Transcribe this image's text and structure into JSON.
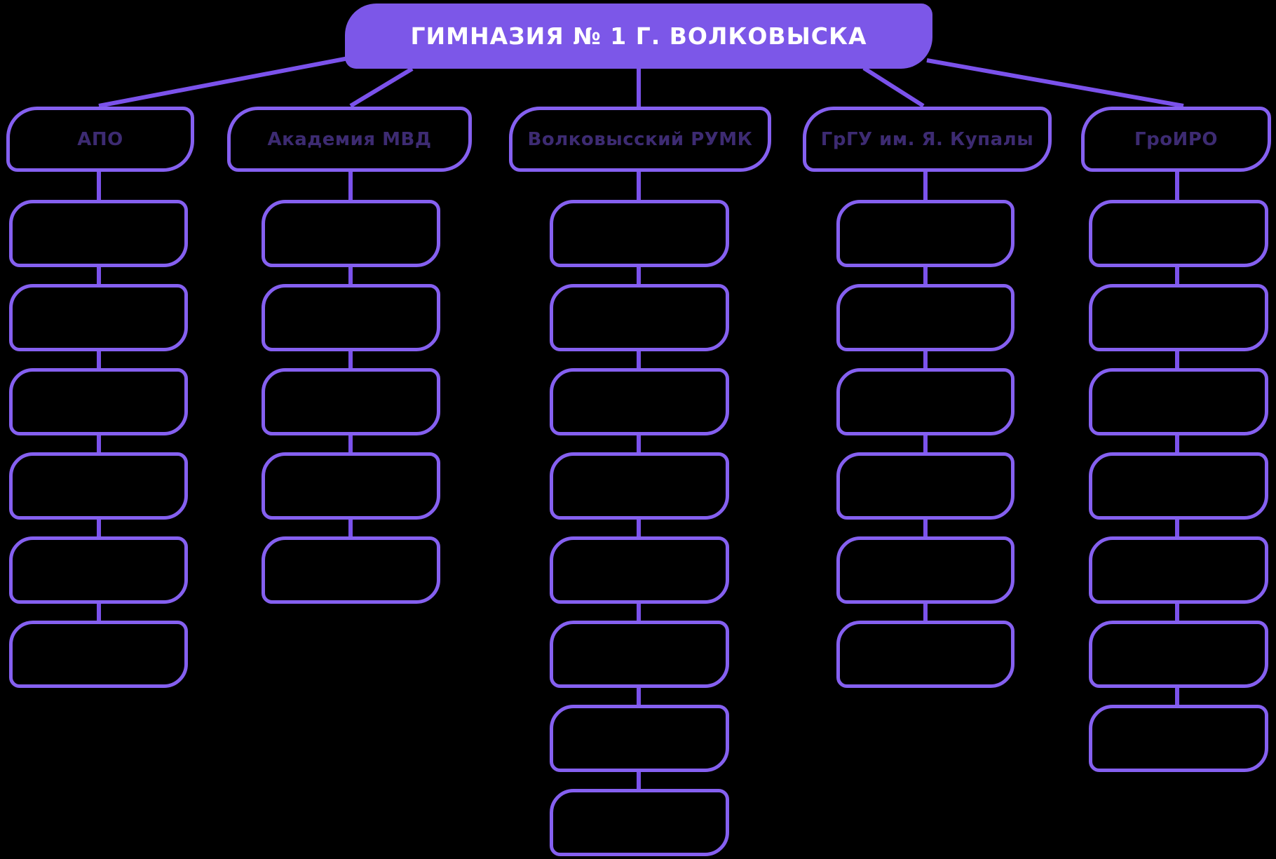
{
  "title": "ГИМНАЗИЯ № 1 Г. ВОЛКОВЫСКА",
  "columns": [
    {
      "label": "АПО",
      "box_count": 6
    },
    {
      "label": "Академия МВД",
      "box_count": 5
    },
    {
      "label": "Волковысский РУМК",
      "box_count": 8
    },
    {
      "label": "ГрГУ им. Я. Купалы",
      "box_count": 6
    },
    {
      "label": "ГроИРО",
      "box_count": 7
    }
  ],
  "colors": {
    "background": "#000000",
    "title_fill": "#7C57E8",
    "title_text": "#FFFFFF",
    "box_border": "#8560F0",
    "connector": "#7B52EB",
    "header_text": "#3D2B72"
  }
}
